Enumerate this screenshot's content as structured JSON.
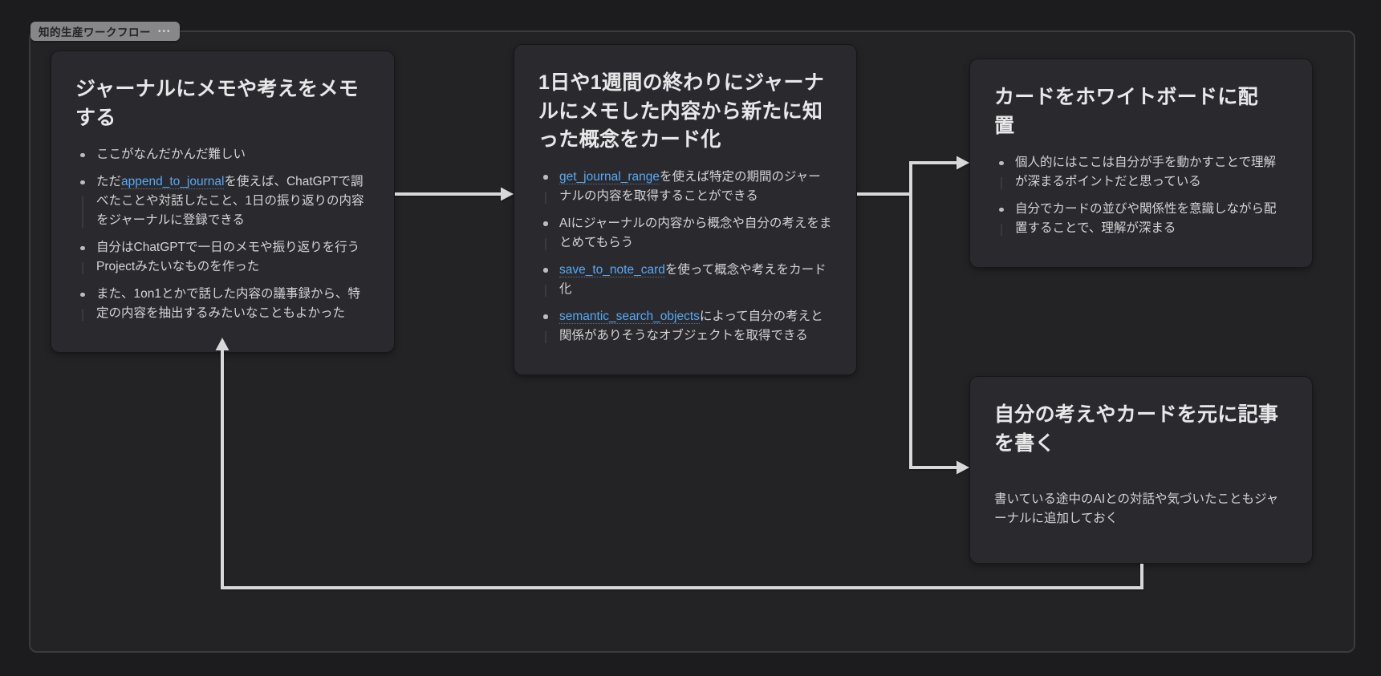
{
  "board": {
    "frame_label": "知的生産ワークフロー",
    "menu_dots": "•••"
  },
  "cards": [
    {
      "id": "journal-memo",
      "title": "ジャーナルにメモや考えをメモする",
      "bullets": [
        [
          {
            "t": "ここがなんだかんだ難しい"
          }
        ],
        [
          {
            "t": "ただ"
          },
          {
            "t": "append_to_journal",
            "link": true
          },
          {
            "t": "を使えば、ChatGPTで調べたことや対話したこと、1日の振り返りの内容をジャーナルに登録できる"
          }
        ],
        [
          {
            "t": "自分はChatGPTで一日のメモや振り返りを行うProjectみたいなものを作った"
          }
        ],
        [
          {
            "t": "また、1on1とかで話した内容の議事録から、特定の内容を抽出するみたいなこともよかった"
          }
        ]
      ]
    },
    {
      "id": "cardify-concepts",
      "title": "1日や1週間の終わりにジャーナルにメモした内容から新たに知った概念をカード化",
      "bullets": [
        [
          {
            "t": "get_journal_range",
            "link": true
          },
          {
            "t": "を使えば特定の期間のジャーナルの内容を取得することができる"
          }
        ],
        [
          {
            "t": "AIにジャーナルの内容から概念や自分の考えをまとめてもらう"
          }
        ],
        [
          {
            "t": "save_to_note_card",
            "link": true
          },
          {
            "t": "を使って概念や考えをカード化"
          }
        ],
        [
          {
            "t": "semantic_search_objects",
            "link": true
          },
          {
            "t": "によって自分の考えと関係がありそうなオブジェクトを取得できる"
          }
        ]
      ]
    },
    {
      "id": "place-on-whiteboard",
      "title": "カードをホワイトボードに配置",
      "bullets": [
        [
          {
            "t": "個人的にはここは自分が手を動かすことで理解が深まるポイントだと思っている"
          }
        ],
        [
          {
            "t": "自分でカードの並びや関係性を意識しながら配置することで、理解が深まる"
          }
        ]
      ]
    },
    {
      "id": "write-article",
      "title": "自分の考えやカードを元に記事を書く",
      "bullets": [],
      "body": "書いている途中のAIとの対話や気づいたこともジャーナルに追加しておく"
    }
  ],
  "colors": {
    "canvas": "#1c1c1e",
    "frame_fill": "#232326",
    "frame_border": "#3b3b3f",
    "card_bg": "#2a2a2e",
    "title": "#e8e8ea",
    "text": "#d4d4d6",
    "link": "#57a9f5",
    "arrow": "#d8d8da",
    "pill_bg": "#87878a",
    "pill_text": "#242427"
  }
}
